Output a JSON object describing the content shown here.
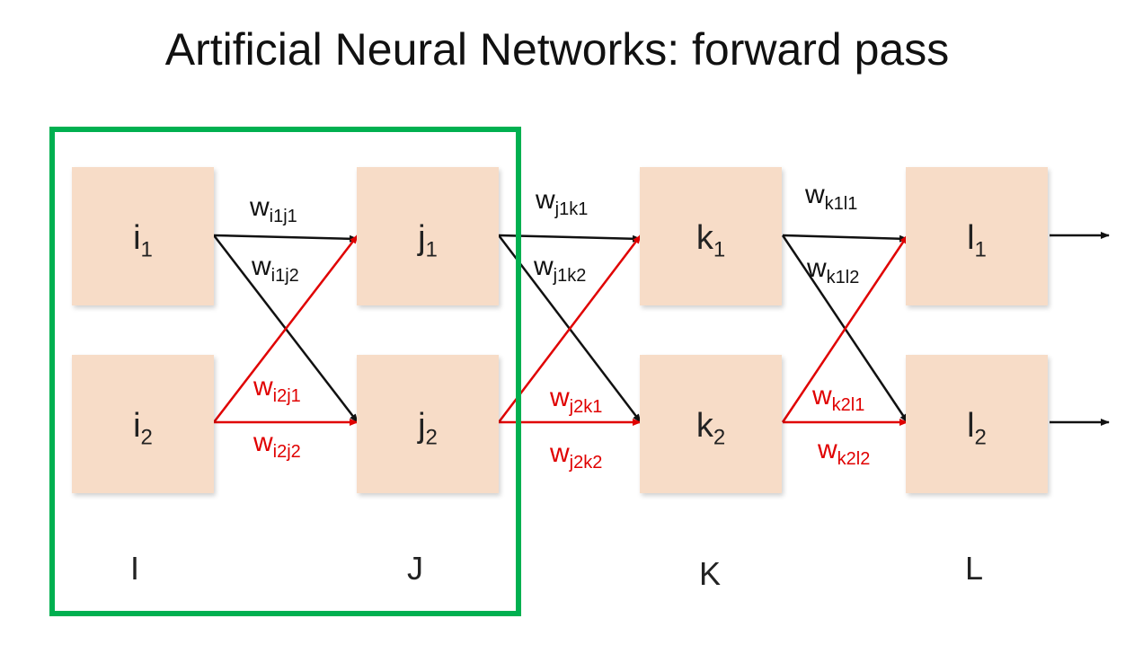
{
  "title": "Artificial Neural Networks: forward pass",
  "nodes": {
    "i1": {
      "base": "i",
      "sub": "1"
    },
    "i2": {
      "base": "i",
      "sub": "2"
    },
    "j1": {
      "base": "j",
      "sub": "1"
    },
    "j2": {
      "base": "j",
      "sub": "2"
    },
    "k1": {
      "base": "k",
      "sub": "1"
    },
    "k2": {
      "base": "k",
      "sub": "2"
    },
    "l1": {
      "base": "l",
      "sub": "1"
    },
    "l2": {
      "base": "l",
      "sub": "2"
    }
  },
  "weights": {
    "i1j1": {
      "base": "w",
      "sub": "i1j1"
    },
    "i1j2": {
      "base": "w",
      "sub": "i1j2"
    },
    "i2j1": {
      "base": "w",
      "sub": "i2j1"
    },
    "i2j2": {
      "base": "w",
      "sub": "i2j2"
    },
    "j1k1": {
      "base": "w",
      "sub": "j1k1"
    },
    "j1k2": {
      "base": "w",
      "sub": "j1k2"
    },
    "j2k1": {
      "base": "w",
      "sub": "j2k1"
    },
    "j2k2": {
      "base": "w",
      "sub": "j2k2"
    },
    "k1l1": {
      "base": "w",
      "sub": "k1l1"
    },
    "k1l2": {
      "base": "w",
      "sub": "k1l2"
    },
    "k2l1": {
      "base": "w",
      "sub": "k2l1"
    },
    "k2l2": {
      "base": "w",
      "sub": "k2l2"
    }
  },
  "layers": [
    "I",
    "J",
    "K",
    "L"
  ],
  "colors": {
    "node_fill": "#f7dcc7",
    "edge_black": "#111111",
    "edge_red": "#e00000",
    "highlight": "#00b050"
  }
}
